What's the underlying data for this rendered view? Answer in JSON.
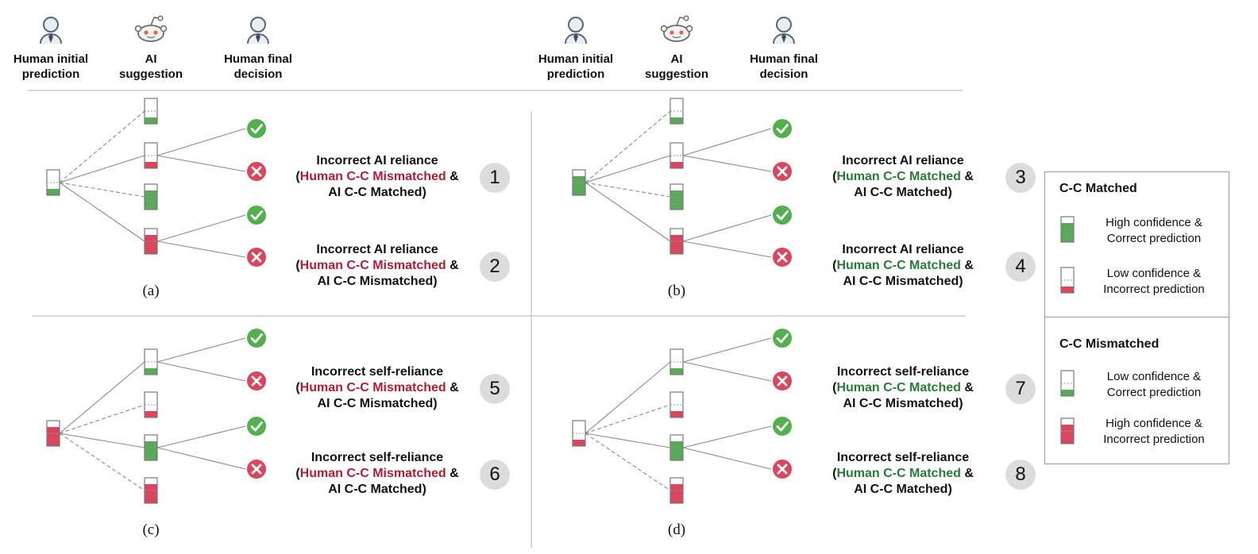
{
  "headers": {
    "human_initial": "Human initial\nprediction",
    "ai_suggestion": "AI\nsuggestion",
    "human_final": "Human final\ndecision"
  },
  "panels": [
    {
      "caption": "(a)",
      "initial": {
        "fill": "green",
        "level": 0.25
      },
      "ai": [
        {
          "fill": "green",
          "level": 0.25,
          "used": false
        },
        {
          "fill": "red",
          "level": 0.25,
          "used": true
        },
        {
          "fill": "green",
          "level": 0.75,
          "used": false
        },
        {
          "fill": "red",
          "level": 0.75,
          "used": true
        }
      ],
      "cases": [
        {
          "number": "1",
          "title": "Incorrect AI reliance",
          "human_cc": "Human C-C Mismatched",
          "human_color": "red",
          "ai_cc": "AI C-C Matched)"
        },
        {
          "number": "2",
          "title": "Incorrect AI reliance",
          "human_cc": "Human C-C Mismatched",
          "human_color": "red",
          "ai_cc": "AI C-C Mismatched)"
        }
      ]
    },
    {
      "caption": "(b)",
      "initial": {
        "fill": "green",
        "level": 0.75
      },
      "ai": [
        {
          "fill": "green",
          "level": 0.25,
          "used": false
        },
        {
          "fill": "red",
          "level": 0.25,
          "used": true
        },
        {
          "fill": "green",
          "level": 0.75,
          "used": false
        },
        {
          "fill": "red",
          "level": 0.75,
          "used": true
        }
      ],
      "cases": [
        {
          "number": "3",
          "title": "Incorrect AI reliance",
          "human_cc": "Human C-C Matched",
          "human_color": "green",
          "ai_cc": "AI C-C Matched)"
        },
        {
          "number": "4",
          "title": "Incorrect AI reliance",
          "human_cc": "Human C-C Matched",
          "human_color": "green",
          "ai_cc": "AI C-C Mismatched)"
        }
      ]
    },
    {
      "caption": "(c)",
      "initial": {
        "fill": "red",
        "level": 0.75
      },
      "ai": [
        {
          "fill": "green",
          "level": 0.25,
          "used": true
        },
        {
          "fill": "red",
          "level": 0.25,
          "used": false
        },
        {
          "fill": "green",
          "level": 0.75,
          "used": true
        },
        {
          "fill": "red",
          "level": 0.75,
          "used": false
        }
      ],
      "cases": [
        {
          "number": "5",
          "title": "Incorrect self-reliance",
          "human_cc": "Human C-C Mismatched",
          "human_color": "red",
          "ai_cc": "AI C-C Mismatched)"
        },
        {
          "number": "6",
          "title": "Incorrect self-reliance",
          "human_cc": "Human C-C Mismatched",
          "human_color": "red",
          "ai_cc": "AI C-C Matched)"
        }
      ]
    },
    {
      "caption": "(d)",
      "initial": {
        "fill": "red",
        "level": 0.25
      },
      "ai": [
        {
          "fill": "green",
          "level": 0.25,
          "used": true
        },
        {
          "fill": "red",
          "level": 0.25,
          "used": false
        },
        {
          "fill": "green",
          "level": 0.75,
          "used": true
        },
        {
          "fill": "red",
          "level": 0.75,
          "used": false
        }
      ],
      "cases": [
        {
          "number": "7",
          "title": "Incorrect self-reliance",
          "human_cc": "Human C-C Matched",
          "human_color": "green",
          "ai_cc": "AI C-C Mismatched)"
        },
        {
          "number": "8",
          "title": "Incorrect self-reliance",
          "human_cc": "Human C-C Matched",
          "human_color": "green",
          "ai_cc": "AI C-C Matched)"
        }
      ]
    }
  ],
  "legend": {
    "matched_title": "C-C Matched",
    "matched_items": [
      {
        "text": "High confidence &\nCorrect prediction",
        "fill": "green",
        "level": 0.75
      },
      {
        "text": "Low confidence &\nIncorrect prediction",
        "fill": "red",
        "level": 0.25
      }
    ],
    "mismatched_title": "C-C Mismatched",
    "mismatched_items": [
      {
        "text": "Low confidence &\nCorrect prediction",
        "fill": "green",
        "level": 0.25
      },
      {
        "text": "High confidence &\nIncorrect prediction",
        "fill": "red",
        "level": 0.75
      }
    ]
  },
  "colors": {
    "green": "#5aa85a",
    "red": "#d9465e",
    "check": "#54b04e",
    "cross": "#d9465e",
    "human_red": "#b11d34",
    "human_green": "#2a7a38",
    "line": "#8a8a8a",
    "divider": "#bdbdbd"
  },
  "icons": {
    "human": "person-with-tie-icon",
    "ai": "robot-face-icon",
    "correct": "check-circle-icon",
    "incorrect": "cross-circle-icon"
  }
}
